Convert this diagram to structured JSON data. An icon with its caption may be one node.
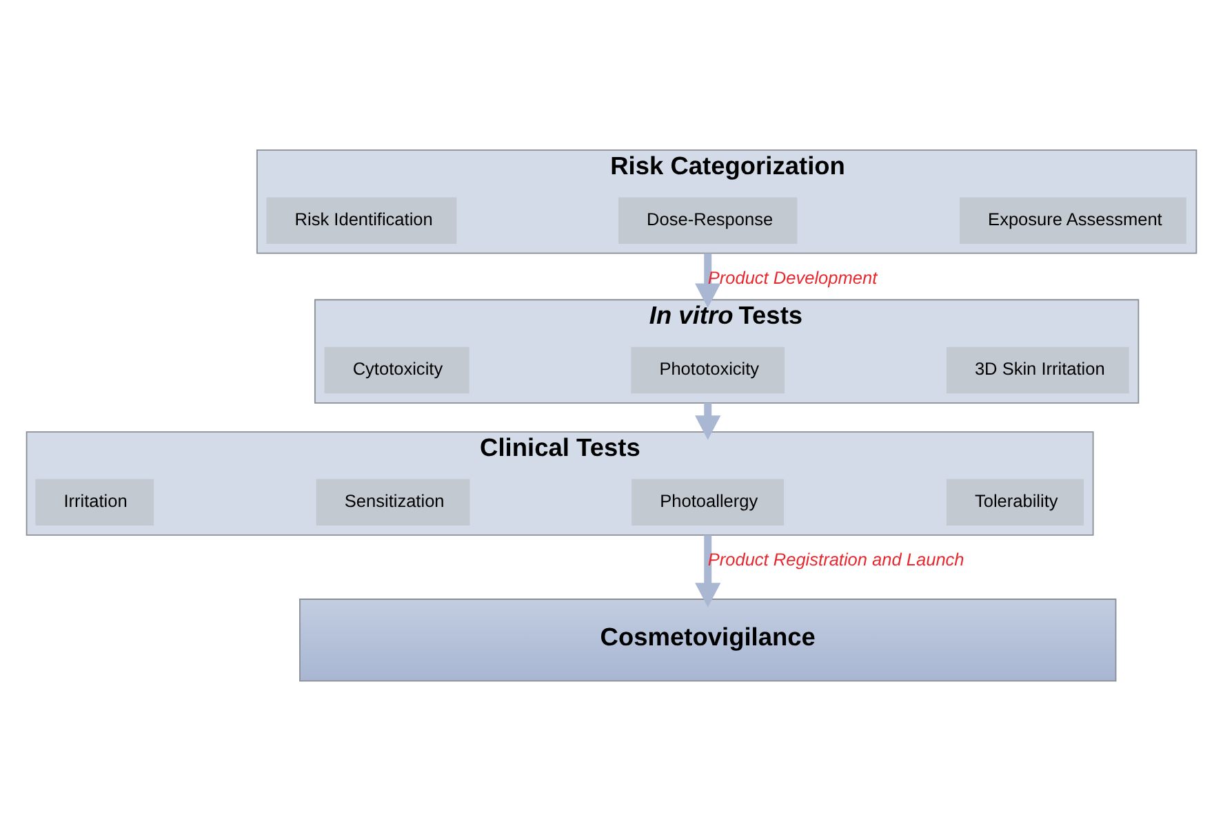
{
  "diagram": {
    "nodes": [
      {
        "text": [
          "Risk Categorization"
        ]
      },
      {
        "text": [
          "Risk Identification"
        ],
        "in": 0
      },
      {
        "text": [
          "Dose-Response"
        ],
        "in": 0
      },
      {
        "text": [
          "Exposure Assessment"
        ],
        "in": 0
      },
      {
        "text": [
          "*In vitro* Tests"
        ]
      },
      {
        "text": [
          "Cytotoxicity"
        ],
        "in": 4
      },
      {
        "text": [
          "Phototoxicity"
        ],
        "in": 4
      },
      {
        "text": [
          "3D Skin Irritation"
        ],
        "in": 4
      },
      {
        "text": [
          "Clinical Tests"
        ]
      },
      {
        "text": [
          "Irritation"
        ],
        "in": 8
      },
      {
        "text": [
          "Sensitization"
        ],
        "in": 8
      },
      {
        "text": [
          "Photoallergy"
        ],
        "in": 8
      },
      {
        "text": [
          "Tolerability"
        ],
        "in": 8
      },
      {
        "text": [
          "Cosmetovigilance"
        ]
      }
    ],
    "edges": [
      {
        "from": 0,
        "to": 4,
        "arrow": "to",
        "label": "Product Development"
      },
      {
        "from": 4,
        "to": 8,
        "arrow": "to"
      },
      {
        "from": 8,
        "to": 13,
        "arrow": "to",
        "label": "Product Registration and Launch"
      }
    ]
  }
}
